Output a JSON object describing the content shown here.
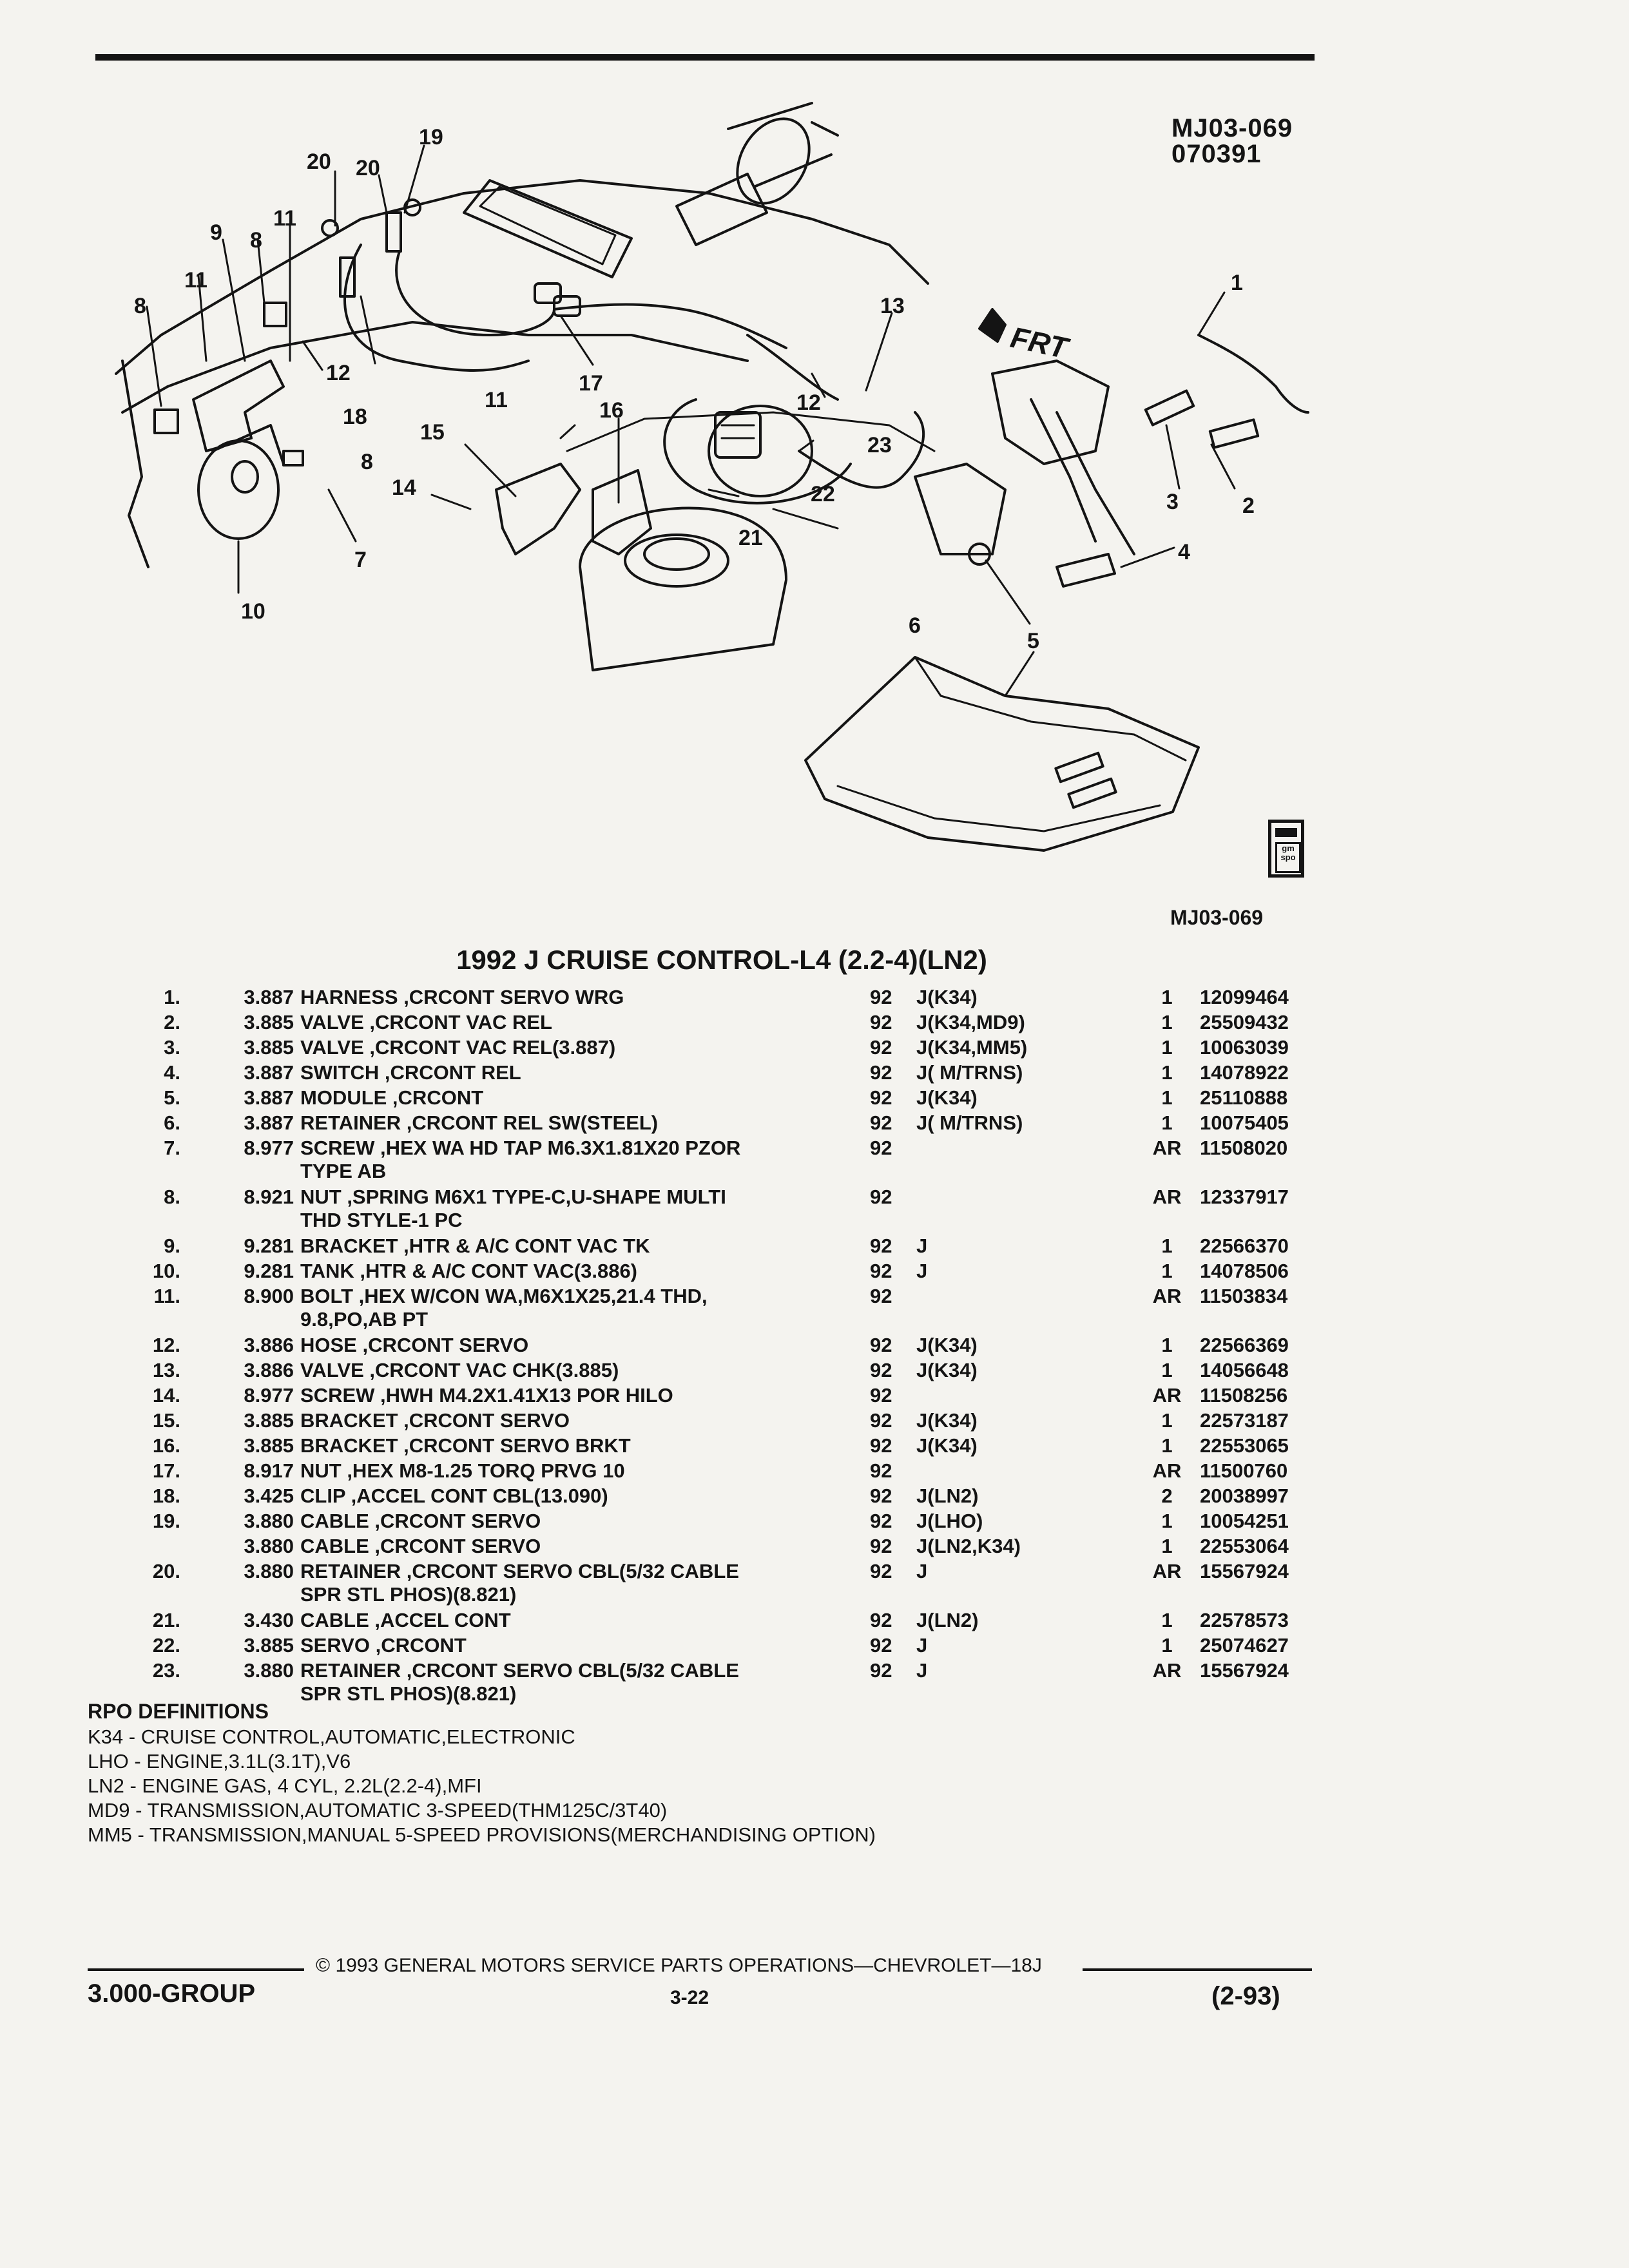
{
  "header": {
    "illustration_code": "MJ03-069",
    "date_code": "070391"
  },
  "diagram": {
    "front_label": "FRT",
    "callouts": [
      "1",
      "2",
      "3",
      "4",
      "5",
      "6",
      "7",
      "8",
      "8",
      "8",
      "9",
      "10",
      "11",
      "11",
      "11",
      "12",
      "12",
      "13",
      "14",
      "15",
      "16",
      "17",
      "18",
      "19",
      "20",
      "20",
      "21",
      "22",
      "23"
    ],
    "figure_code": "MJ03-069",
    "badge_text": "gm spo"
  },
  "catalog": {
    "title": "1992 J CRUISE CONTROL-L4 (2.2-4)(LN2)",
    "rows": [
      {
        "num": "1.",
        "group": "3.887",
        "desc": "HARNESS ,CRCONT SERVO WRG",
        "year": "92",
        "code": "J(K34)",
        "qty": "1",
        "part": "12099464"
      },
      {
        "num": "2.",
        "group": "3.885",
        "desc": "VALVE ,CRCONT VAC REL",
        "year": "92",
        "code": "J(K34,MD9)",
        "qty": "1",
        "part": "25509432"
      },
      {
        "num": "3.",
        "group": "3.885",
        "desc": "VALVE ,CRCONT VAC REL(3.887)",
        "year": "92",
        "code": "J(K34,MM5)",
        "qty": "1",
        "part": "10063039"
      },
      {
        "num": "4.",
        "group": "3.887",
        "desc": "SWITCH ,CRCONT REL",
        "year": "92",
        "code": "J( M/TRNS)",
        "qty": "1",
        "part": "14078922"
      },
      {
        "num": "5.",
        "group": "3.887",
        "desc": "MODULE ,CRCONT",
        "year": "92",
        "code": "J(K34)",
        "qty": "1",
        "part": "25110888"
      },
      {
        "num": "6.",
        "group": "3.887",
        "desc": "RETAINER ,CRCONT REL SW(STEEL)",
        "year": "92",
        "code": "J( M/TRNS)",
        "qty": "1",
        "part": "10075405"
      },
      {
        "num": "7.",
        "group": "8.977",
        "desc": "SCREW ,HEX WA HD TAP M6.3X1.81X20 PZOR",
        "desc2": "TYPE AB",
        "year": "92",
        "code": "",
        "qty": "AR",
        "part": "11508020"
      },
      {
        "num": "8.",
        "group": "8.921",
        "desc": "NUT ,SPRING M6X1 TYPE-C,U-SHAPE MULTI",
        "desc2": "THD STYLE-1 PC",
        "year": "92",
        "code": "",
        "qty": "AR",
        "part": "12337917"
      },
      {
        "num": "9.",
        "group": "9.281",
        "desc": "BRACKET ,HTR & A/C CONT VAC TK",
        "year": "92",
        "code": "J",
        "qty": "1",
        "part": "22566370"
      },
      {
        "num": "10.",
        "group": "9.281",
        "desc": "TANK ,HTR & A/C CONT VAC(3.886)",
        "year": "92",
        "code": "J",
        "qty": "1",
        "part": "14078506"
      },
      {
        "num": "11.",
        "group": "8.900",
        "desc": "BOLT ,HEX W/CON WA,M6X1X25,21.4 THD,",
        "desc2": "9.8,PO,AB PT",
        "year": "92",
        "code": "",
        "qty": "AR",
        "part": "11503834"
      },
      {
        "num": "12.",
        "group": "3.886",
        "desc": "HOSE ,CRCONT SERVO",
        "year": "92",
        "code": "J(K34)",
        "qty": "1",
        "part": "22566369"
      },
      {
        "num": "13.",
        "group": "3.886",
        "desc": "VALVE ,CRCONT VAC CHK(3.885)",
        "year": "92",
        "code": "J(K34)",
        "qty": "1",
        "part": "14056648"
      },
      {
        "num": "14.",
        "group": "8.977",
        "desc": "SCREW ,HWH M4.2X1.41X13 POR HILO",
        "year": "92",
        "code": "",
        "qty": "AR",
        "part": "11508256"
      },
      {
        "num": "15.",
        "group": "3.885",
        "desc": "BRACKET ,CRCONT SERVO",
        "year": "92",
        "code": "J(K34)",
        "qty": "1",
        "part": "22573187"
      },
      {
        "num": "16.",
        "group": "3.885",
        "desc": "BRACKET ,CRCONT SERVO BRKT",
        "year": "92",
        "code": "J(K34)",
        "qty": "1",
        "part": "22553065"
      },
      {
        "num": "17.",
        "group": "8.917",
        "desc": "NUT ,HEX M8-1.25 TORQ PRVG 10",
        "year": "92",
        "code": "",
        "qty": "AR",
        "part": "11500760"
      },
      {
        "num": "18.",
        "group": "3.425",
        "desc": "CLIP ,ACCEL CONT CBL(13.090)",
        "year": "92",
        "code": "J(LN2)",
        "qty": "2",
        "part": "20038997"
      },
      {
        "num": "19.",
        "group": "3.880",
        "desc": "CABLE ,CRCONT SERVO",
        "year": "92",
        "code": "J(LHO)",
        "qty": "1",
        "part": "10054251"
      },
      {
        "num": "",
        "group": "3.880",
        "desc": "CABLE ,CRCONT SERVO",
        "year": "92",
        "code": "J(LN2,K34)",
        "qty": "1",
        "part": "22553064"
      },
      {
        "num": "20.",
        "group": "3.880",
        "desc": "RETAINER ,CRCONT SERVO CBL(5/32 CABLE",
        "desc2": "SPR STL PHOS)(8.821)",
        "year": "92",
        "code": "J",
        "qty": "AR",
        "part": "15567924"
      },
      {
        "num": "21.",
        "group": "3.430",
        "desc": "CABLE ,ACCEL CONT",
        "year": "92",
        "code": "J(LN2)",
        "qty": "1",
        "part": "22578573"
      },
      {
        "num": "22.",
        "group": "3.885",
        "desc": "SERVO ,CRCONT",
        "year": "92",
        "code": "J",
        "qty": "1",
        "part": "25074627"
      },
      {
        "num": "23.",
        "group": "3.880",
        "desc": "RETAINER ,CRCONT SERVO CBL(5/32 CABLE",
        "desc2": "SPR STL PHOS)(8.821)",
        "year": "92",
        "code": "J",
        "qty": "AR",
        "part": "15567924"
      }
    ]
  },
  "rpo": {
    "title": "RPO DEFINITIONS",
    "lines": [
      "K34 - CRUISE CONTROL,AUTOMATIC,ELECTRONIC",
      "LHO - ENGINE,3.1L(3.1T),V6",
      "LN2 - ENGINE GAS, 4 CYL, 2.2L(2.2-4),MFI",
      "MD9 - TRANSMISSION,AUTOMATIC 3-SPEED(THM125C/3T40)",
      "MM5 - TRANSMISSION,MANUAL 5-SPEED PROVISIONS(MERCHANDISING OPTION)"
    ]
  },
  "footer": {
    "copyright": "© 1993 GENERAL MOTORS SERVICE PARTS OPERATIONS—CHEVROLET—18J",
    "group": "3.000-GROUP",
    "page": "3-22",
    "date": "(2-93)"
  }
}
